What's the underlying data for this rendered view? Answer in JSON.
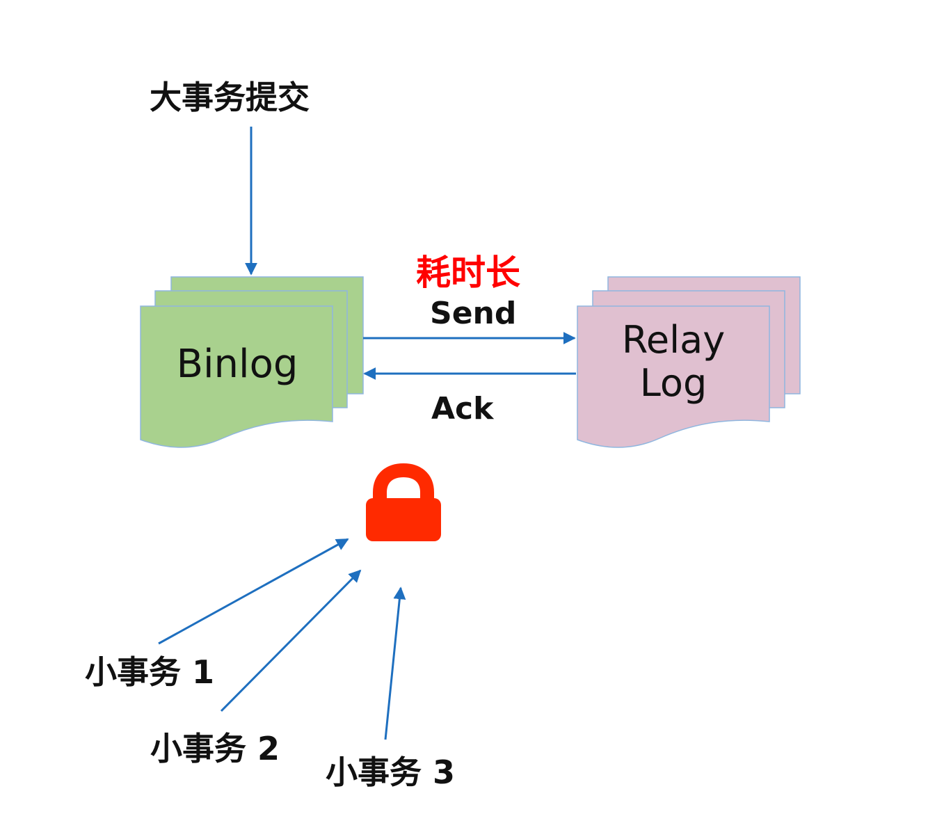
{
  "title": "大事务提交",
  "binlog": {
    "label": "Binlog",
    "color": "#a9d18e"
  },
  "relay_log": {
    "label_line1": "Relay",
    "label_line2": "Log",
    "color": "#e0c0d0"
  },
  "send_label": "Send",
  "ack_label": "Ack",
  "slow_label": "耗时长",
  "slow_color": "#ff0000",
  "lock": {
    "icon": "lock-icon",
    "color": "#ff2a00"
  },
  "arrow_color": "#1e6fbf",
  "small_transactions": [
    {
      "label": "小事务 1"
    },
    {
      "label": "小事务 2"
    },
    {
      "label": "小事务 3"
    }
  ]
}
